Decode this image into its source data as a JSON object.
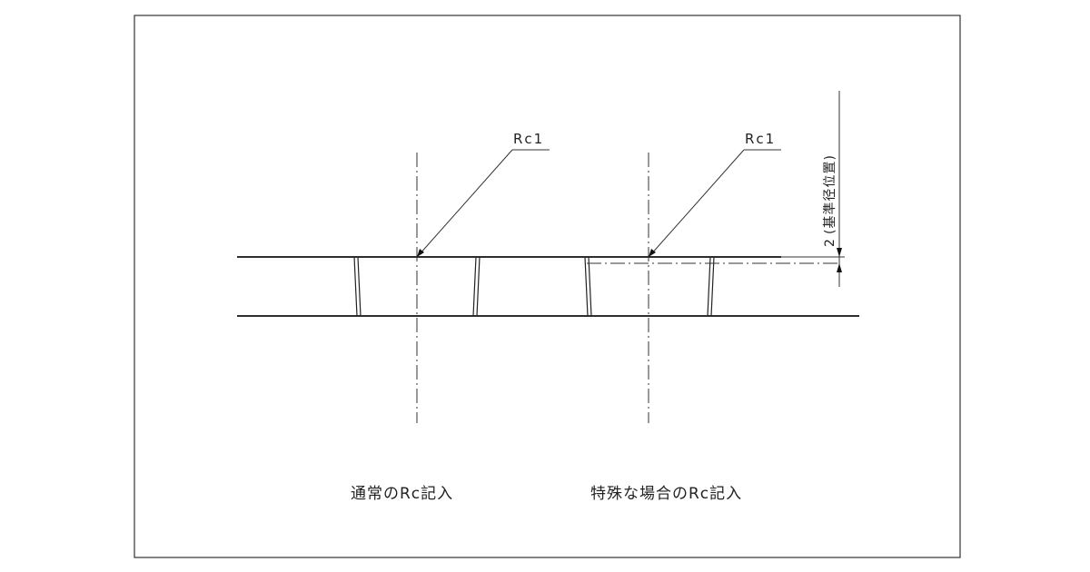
{
  "drawing": {
    "callouts": {
      "normal": "Rc1",
      "special": "Rc1"
    },
    "dimension": {
      "value": "2",
      "note": "(基準径位置)"
    },
    "captions": {
      "normal": "通常のRc記入",
      "special": "特殊な場合のRc記入"
    }
  }
}
